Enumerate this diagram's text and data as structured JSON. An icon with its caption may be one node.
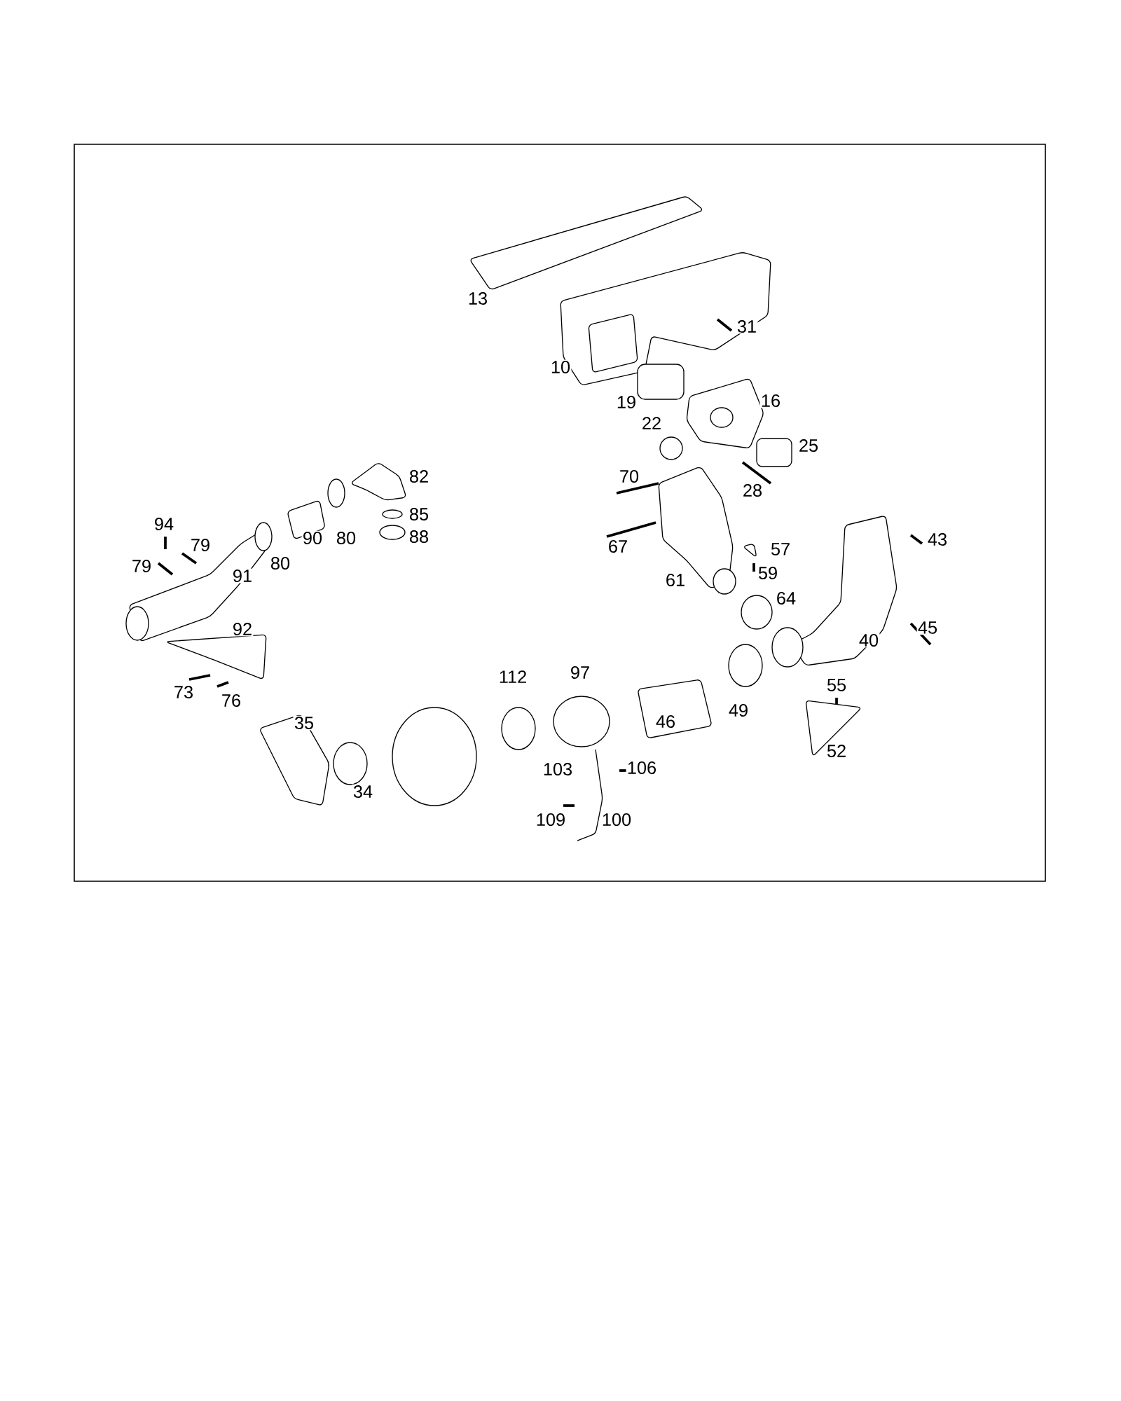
{
  "diagram": {
    "labels": [
      "13",
      "31",
      "10",
      "19",
      "16",
      "22",
      "25",
      "82",
      "70",
      "28",
      "85",
      "94",
      "88",
      "90",
      "80",
      "43",
      "79",
      "67",
      "57",
      "80",
      "79",
      "59",
      "91",
      "61",
      "64",
      "92",
      "45",
      "40",
      "97",
      "112",
      "55",
      "73",
      "76",
      "49",
      "35",
      "46",
      "52",
      "106",
      "103",
      "34",
      "109",
      "100"
    ]
  }
}
